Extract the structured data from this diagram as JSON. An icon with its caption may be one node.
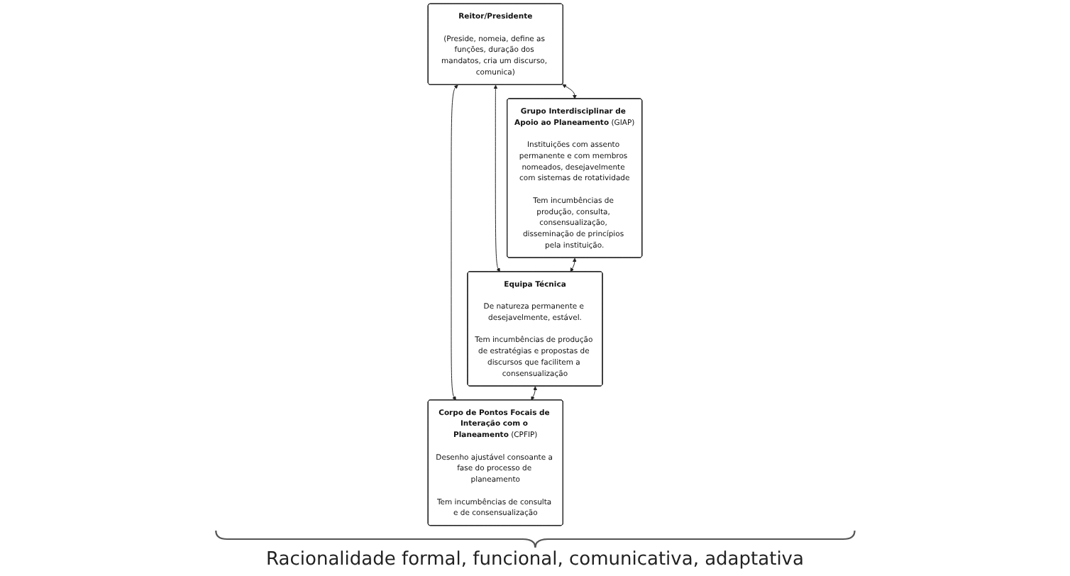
{
  "diagram": {
    "nodes": [
      {
        "text": [
          "**Reitor/Presidente**",
          "(Preside, nomeia, define as funções, duração dos mandatos, cria um discurso, comunica)"
        ]
      },
      {
        "text": [
          "**Grupo Interdisciplinar de Apoio ao Planeamento** (GIAP)",
          "Instituições com assento permanente e com membros nomeados, desejavelmente com sistemas de rotatividade",
          "Tem incumbências de produção, consulta, consensualização, disseminação de princípios pela instituição."
        ]
      },
      {
        "text": [
          "**Equipa Técnica**",
          "De natureza permanente e desejavelmente, estável.",
          "Tem incumbências de produção de estratégias e propostas de discursos que facilitem a consensualização"
        ]
      },
      {
        "text": [
          "**Corpo de Pontos Focais de Interação com o Planeamento** (CPFIP)",
          "Desenho ajustável consoante a fase do processo de planeamento",
          "Tem incumbências de consulta e de consensualização"
        ]
      }
    ],
    "edges": [
      {
        "from": 0,
        "to": 1,
        "arrow": "both"
      },
      {
        "from": 0,
        "to": 2,
        "arrow": "both"
      },
      {
        "from": 0,
        "to": 3,
        "arrow": "both"
      },
      {
        "from": 1,
        "to": 2,
        "arrow": "both"
      },
      {
        "from": 2,
        "to": 3,
        "arrow": "both"
      }
    ],
    "labels": [
      "Racionalidade formal, funcional, comunicativa, adaptativa"
    ]
  }
}
